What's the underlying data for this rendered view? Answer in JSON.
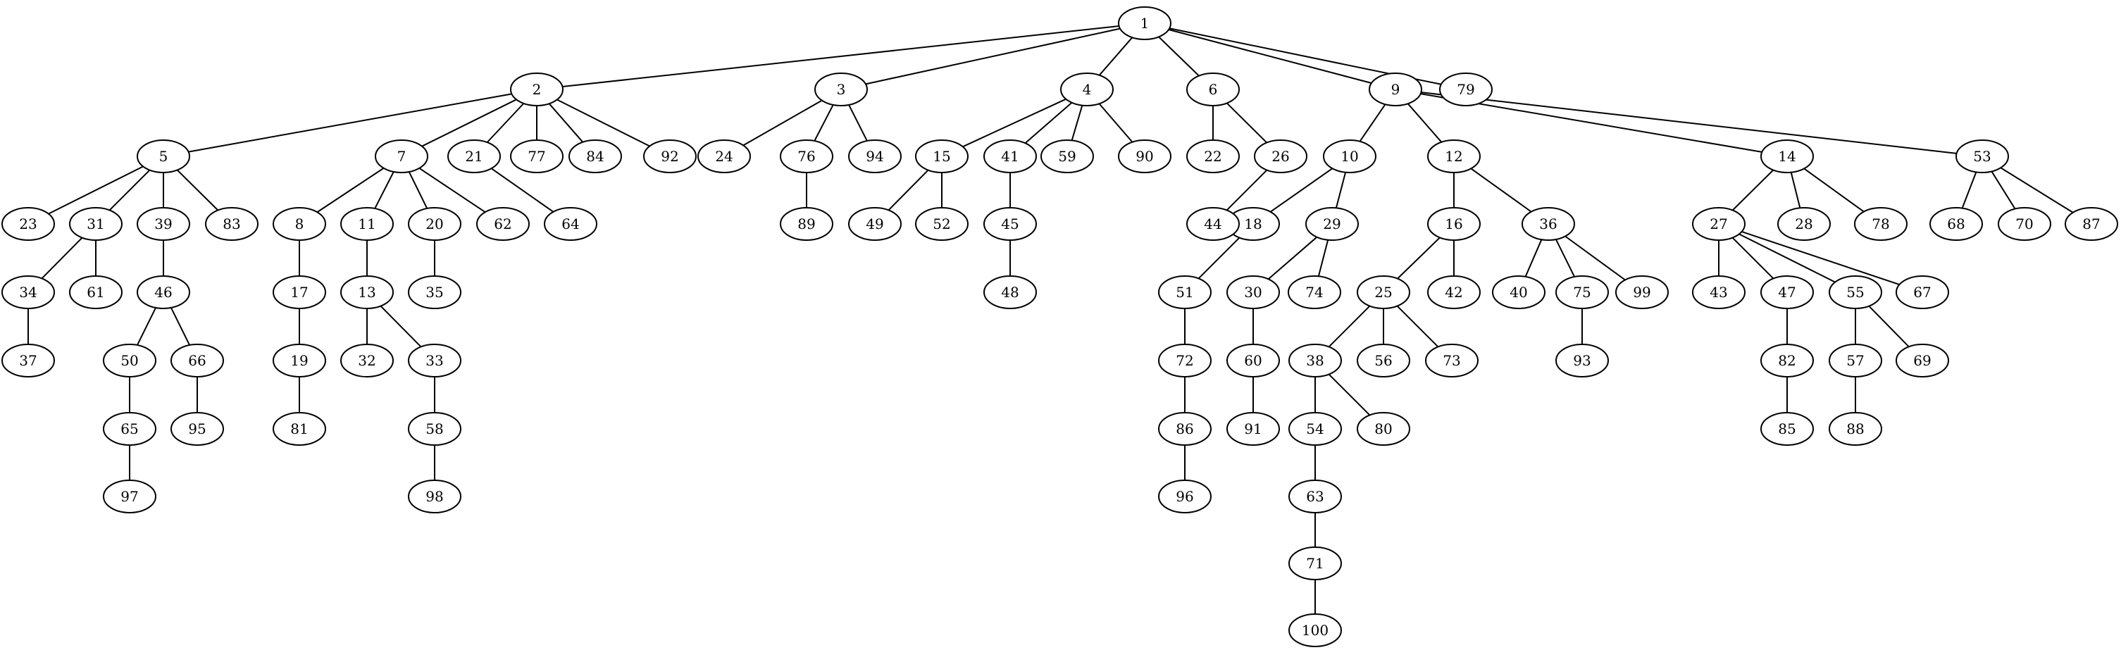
{
  "colors": {
    "background": "#ffffff",
    "stroke": "#000000",
    "text": "#000000"
  },
  "tree": {
    "nodes": [
      "1",
      "2",
      "3",
      "4",
      "5",
      "6",
      "7",
      "8",
      "9",
      "10",
      "11",
      "12",
      "13",
      "14",
      "15",
      "16",
      "17",
      "18",
      "19",
      "20",
      "21",
      "22",
      "23",
      "24",
      "25",
      "26",
      "27",
      "28",
      "29",
      "30",
      "31",
      "32",
      "33",
      "34",
      "35",
      "36",
      "37",
      "38",
      "39",
      "40",
      "41",
      "42",
      "43",
      "44",
      "45",
      "46",
      "47",
      "48",
      "49",
      "50",
      "51",
      "52",
      "53",
      "54",
      "55",
      "56",
      "57",
      "58",
      "59",
      "60",
      "61",
      "62",
      "63",
      "64",
      "65",
      "66",
      "67",
      "68",
      "69",
      "70",
      "71",
      "72",
      "73",
      "74",
      "75",
      "76",
      "77",
      "78",
      "79",
      "80",
      "81",
      "82",
      "83",
      "84",
      "85",
      "86",
      "87",
      "88",
      "89",
      "90",
      "91",
      "92",
      "93",
      "94",
      "95",
      "96",
      "97",
      "98",
      "99",
      "100"
    ],
    "edges": [
      [
        "1",
        "2"
      ],
      [
        "1",
        "3"
      ],
      [
        "1",
        "4"
      ],
      [
        "1",
        "6"
      ],
      [
        "1",
        "9"
      ],
      [
        "1",
        "79"
      ],
      [
        "2",
        "5"
      ],
      [
        "2",
        "7"
      ],
      [
        "2",
        "21"
      ],
      [
        "2",
        "77"
      ],
      [
        "2",
        "84"
      ],
      [
        "2",
        "92"
      ],
      [
        "3",
        "24"
      ],
      [
        "3",
        "76"
      ],
      [
        "3",
        "94"
      ],
      [
        "4",
        "15"
      ],
      [
        "4",
        "41"
      ],
      [
        "4",
        "59"
      ],
      [
        "4",
        "90"
      ],
      [
        "6",
        "22"
      ],
      [
        "6",
        "26"
      ],
      [
        "9",
        "10"
      ],
      [
        "9",
        "12"
      ],
      [
        "9",
        "14"
      ],
      [
        "9",
        "53"
      ],
      [
        "5",
        "23"
      ],
      [
        "5",
        "31"
      ],
      [
        "5",
        "39"
      ],
      [
        "5",
        "83"
      ],
      [
        "7",
        "8"
      ],
      [
        "7",
        "11"
      ],
      [
        "7",
        "20"
      ],
      [
        "7",
        "62"
      ],
      [
        "21",
        "64"
      ],
      [
        "76",
        "89"
      ],
      [
        "15",
        "49"
      ],
      [
        "15",
        "52"
      ],
      [
        "41",
        "45"
      ],
      [
        "45",
        "48"
      ],
      [
        "26",
        "44"
      ],
      [
        "10",
        "18"
      ],
      [
        "10",
        "29"
      ],
      [
        "12",
        "16"
      ],
      [
        "12",
        "36"
      ],
      [
        "14",
        "27"
      ],
      [
        "14",
        "28"
      ],
      [
        "14",
        "78"
      ],
      [
        "53",
        "68"
      ],
      [
        "53",
        "70"
      ],
      [
        "53",
        "87"
      ],
      [
        "31",
        "34"
      ],
      [
        "31",
        "61"
      ],
      [
        "34",
        "37"
      ],
      [
        "39",
        "46"
      ],
      [
        "46",
        "50"
      ],
      [
        "46",
        "66"
      ],
      [
        "50",
        "65"
      ],
      [
        "65",
        "97"
      ],
      [
        "66",
        "95"
      ],
      [
        "8",
        "17"
      ],
      [
        "17",
        "19"
      ],
      [
        "19",
        "81"
      ],
      [
        "11",
        "13"
      ],
      [
        "13",
        "32"
      ],
      [
        "13",
        "33"
      ],
      [
        "33",
        "58"
      ],
      [
        "58",
        "98"
      ],
      [
        "20",
        "35"
      ],
      [
        "18",
        "51"
      ],
      [
        "51",
        "72"
      ],
      [
        "72",
        "86"
      ],
      [
        "86",
        "96"
      ],
      [
        "29",
        "30"
      ],
      [
        "29",
        "74"
      ],
      [
        "30",
        "60"
      ],
      [
        "60",
        "91"
      ],
      [
        "16",
        "25"
      ],
      [
        "16",
        "42"
      ],
      [
        "25",
        "38"
      ],
      [
        "25",
        "56"
      ],
      [
        "25",
        "73"
      ],
      [
        "38",
        "54"
      ],
      [
        "38",
        "80"
      ],
      [
        "54",
        "63"
      ],
      [
        "63",
        "71"
      ],
      [
        "71",
        "100"
      ],
      [
        "36",
        "40"
      ],
      [
        "36",
        "75"
      ],
      [
        "36",
        "99"
      ],
      [
        "75",
        "93"
      ],
      [
        "27",
        "43"
      ],
      [
        "27",
        "47"
      ],
      [
        "27",
        "55"
      ],
      [
        "27",
        "67"
      ],
      [
        "47",
        "82"
      ],
      [
        "82",
        "85"
      ],
      [
        "55",
        "57"
      ],
      [
        "55",
        "69"
      ],
      [
        "57",
        "88"
      ]
    ]
  }
}
